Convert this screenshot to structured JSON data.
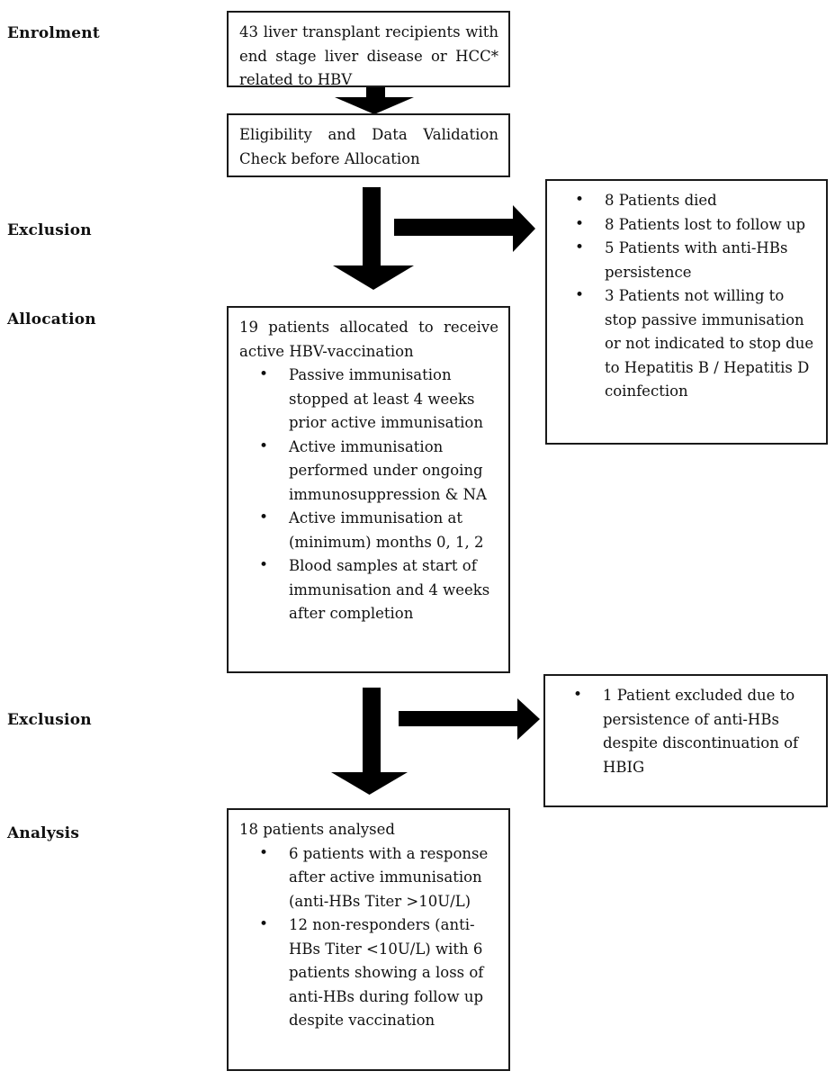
{
  "page": {
    "background": "#ffffff",
    "text_color": "#111111",
    "border_color": "#1a1a1a",
    "arrow_color": "#000000"
  },
  "stages": {
    "enrolment_label": "Enrolment",
    "exclusion_upper_label": "Exclusion",
    "allocation_label": "Allocation",
    "exclusion_lower_label": "Exclusion",
    "analysis_label": "Analysis"
  },
  "boxes": {
    "enrolment": {
      "text": "43 liver transplant recipients with end stage liver disease or HCC* related to HBV"
    },
    "eligibility": {
      "text": "Eligibility and Data Validation Check before Allocation"
    },
    "allocation": {
      "title": "19 patients allocated to receive active HBV-vaccination",
      "bullets": [
        "Passive immunisation stopped at least 4 weeks prior active immunisation",
        "Active immunisation performed under ongoing immunosuppression & NA",
        "Active immunisation at (minimum) months 0, 1, 2",
        "Blood samples at start of immunisation and 4 weeks after completion"
      ]
    },
    "exclusion_upper": {
      "bullets": [
        "8 Patients died",
        "8 Patients lost to follow up",
        "5 Patients with anti-HBs persistence",
        "3 Patients not willing to stop passive immunisation or not indicated to stop due to Hepatitis B / Hepatitis D coinfection"
      ]
    },
    "exclusion_lower": {
      "bullets": [
        "1 Patient excluded due to persistence of anti-HBs despite discontinuation of HBIG"
      ]
    },
    "analysis": {
      "title": "18 patients analysed",
      "bullets": [
        "6 patients with a response after active immunisation (anti-HBs Titer >10U/L)",
        "12 non-responders (anti-HBs Titer <10U/L) with 6 patients showing a loss of anti-HBs during follow up despite vaccination"
      ]
    }
  }
}
